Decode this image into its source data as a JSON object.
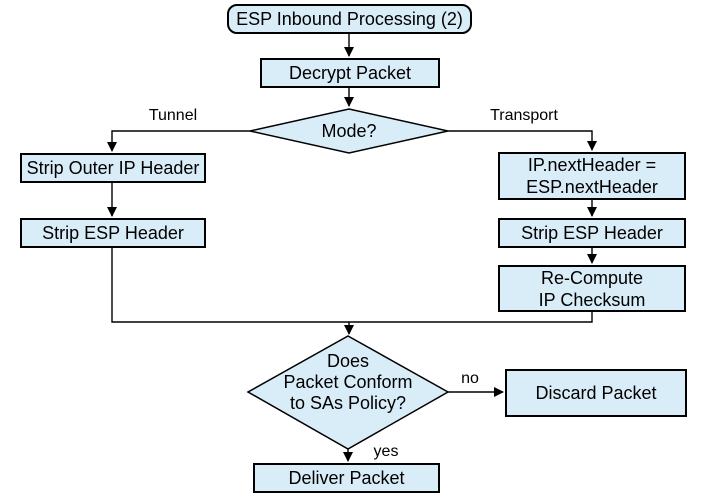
{
  "diagram": {
    "title": "ESP Inbound Processing (2)",
    "colors": {
      "node_fill": "#d9edf8",
      "node_border": "#000000",
      "line": "#000000",
      "background": "#ffffff"
    },
    "nodes": {
      "start": {
        "shape": "rounded-rect",
        "label": "ESP Inbound Processing (2)"
      },
      "decrypt": {
        "shape": "rect",
        "label": "Decrypt Packet"
      },
      "mode_decision": {
        "shape": "diamond",
        "label": "Mode?"
      },
      "strip_outer_ip": {
        "shape": "rect",
        "label": "Strip Outer IP Header"
      },
      "strip_esp_left": {
        "shape": "rect",
        "label": "Strip ESP Header"
      },
      "ip_next_header": {
        "shape": "rect",
        "label": "IP.nextHeader =\nESP.nextHeader"
      },
      "strip_esp_right": {
        "shape": "rect",
        "label": "Strip ESP Header"
      },
      "recompute_checksum": {
        "shape": "rect",
        "label": "Re-Compute\nIP Checksum"
      },
      "policy_decision": {
        "shape": "diamond",
        "label": "Does\nPacket Conform\nto SAs Policy?"
      },
      "discard": {
        "shape": "rect",
        "label": "Discard Packet"
      },
      "deliver": {
        "shape": "rect",
        "label": "Deliver Packet"
      }
    },
    "edge_labels": {
      "tunnel": "Tunnel",
      "transport": "Transport",
      "no": "no",
      "yes": "yes"
    }
  }
}
